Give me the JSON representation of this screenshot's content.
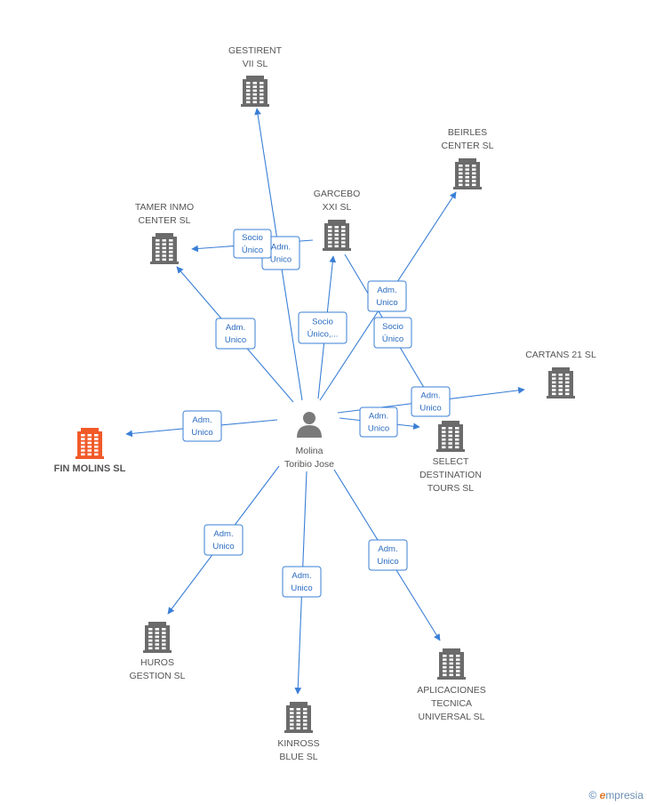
{
  "colors": {
    "edge": "#3a7fd6",
    "building": "#6b6b6b",
    "highlight": "#f15a29",
    "person": "#7a7a7a"
  },
  "center": {
    "name_line1": "Molina",
    "name_line2": "Toribio Jose",
    "icon": "person-icon"
  },
  "nodes": [
    {
      "id": "gestirent",
      "lines": [
        "GESTIRENT",
        "VII SL"
      ],
      "highlight": false
    },
    {
      "id": "beirles",
      "lines": [
        "BEIRLES",
        "CENTER SL"
      ],
      "highlight": false
    },
    {
      "id": "garcebo",
      "lines": [
        "GARCEBO",
        "XXI  SL"
      ],
      "highlight": false
    },
    {
      "id": "tamer",
      "lines": [
        "TAMER INMO",
        "CENTER  SL"
      ],
      "highlight": false
    },
    {
      "id": "cartans",
      "lines": [
        "CARTANS 21 SL"
      ],
      "highlight": false
    },
    {
      "id": "select",
      "lines": [
        "SELECT",
        "DESTINATION",
        "TOURS SL"
      ],
      "highlight": false
    },
    {
      "id": "finmolins",
      "lines": [
        "FIN MOLINS SL"
      ],
      "highlight": true
    },
    {
      "id": "huros",
      "lines": [
        "HUROS",
        "GESTION SL"
      ],
      "highlight": false
    },
    {
      "id": "kinross",
      "lines": [
        "KINROSS",
        "BLUE SL"
      ],
      "highlight": false
    },
    {
      "id": "aplicaciones",
      "lines": [
        "APLICACIONES",
        "TECNICA",
        "UNIVERSAL SL"
      ],
      "highlight": false
    }
  ],
  "edges": [
    {
      "to": "gestirent",
      "label": [
        "Adm.",
        "Unico"
      ]
    },
    {
      "to": "tamer",
      "label": [
        "Socio",
        "Único"
      ]
    },
    {
      "to": "garcebo",
      "label": [
        "Socio",
        "Único,..."
      ]
    },
    {
      "to": "tamer",
      "label": [
        "Adm.",
        "Unico"
      ]
    },
    {
      "to": "beirles",
      "label": [
        "Adm.",
        "Unico"
      ]
    },
    {
      "to": "select",
      "label": [
        "Socio",
        "Único"
      ]
    },
    {
      "to": "cartans",
      "label": [
        "Adm.",
        "Unico"
      ]
    },
    {
      "to": "select",
      "label": [
        "Adm.",
        "Unico"
      ]
    },
    {
      "to": "finmolins",
      "label": [
        "Adm.",
        "Unico"
      ]
    },
    {
      "to": "huros",
      "label": [
        "Adm.",
        "Unico"
      ]
    },
    {
      "to": "kinross",
      "label": [
        "Adm.",
        "Unico"
      ]
    },
    {
      "to": "aplicaciones",
      "label": [
        "Adm.",
        "Unico"
      ]
    }
  ],
  "footer": {
    "copyright_symbol": "©",
    "brand_initial": "e",
    "brand_rest": "mpresia"
  }
}
